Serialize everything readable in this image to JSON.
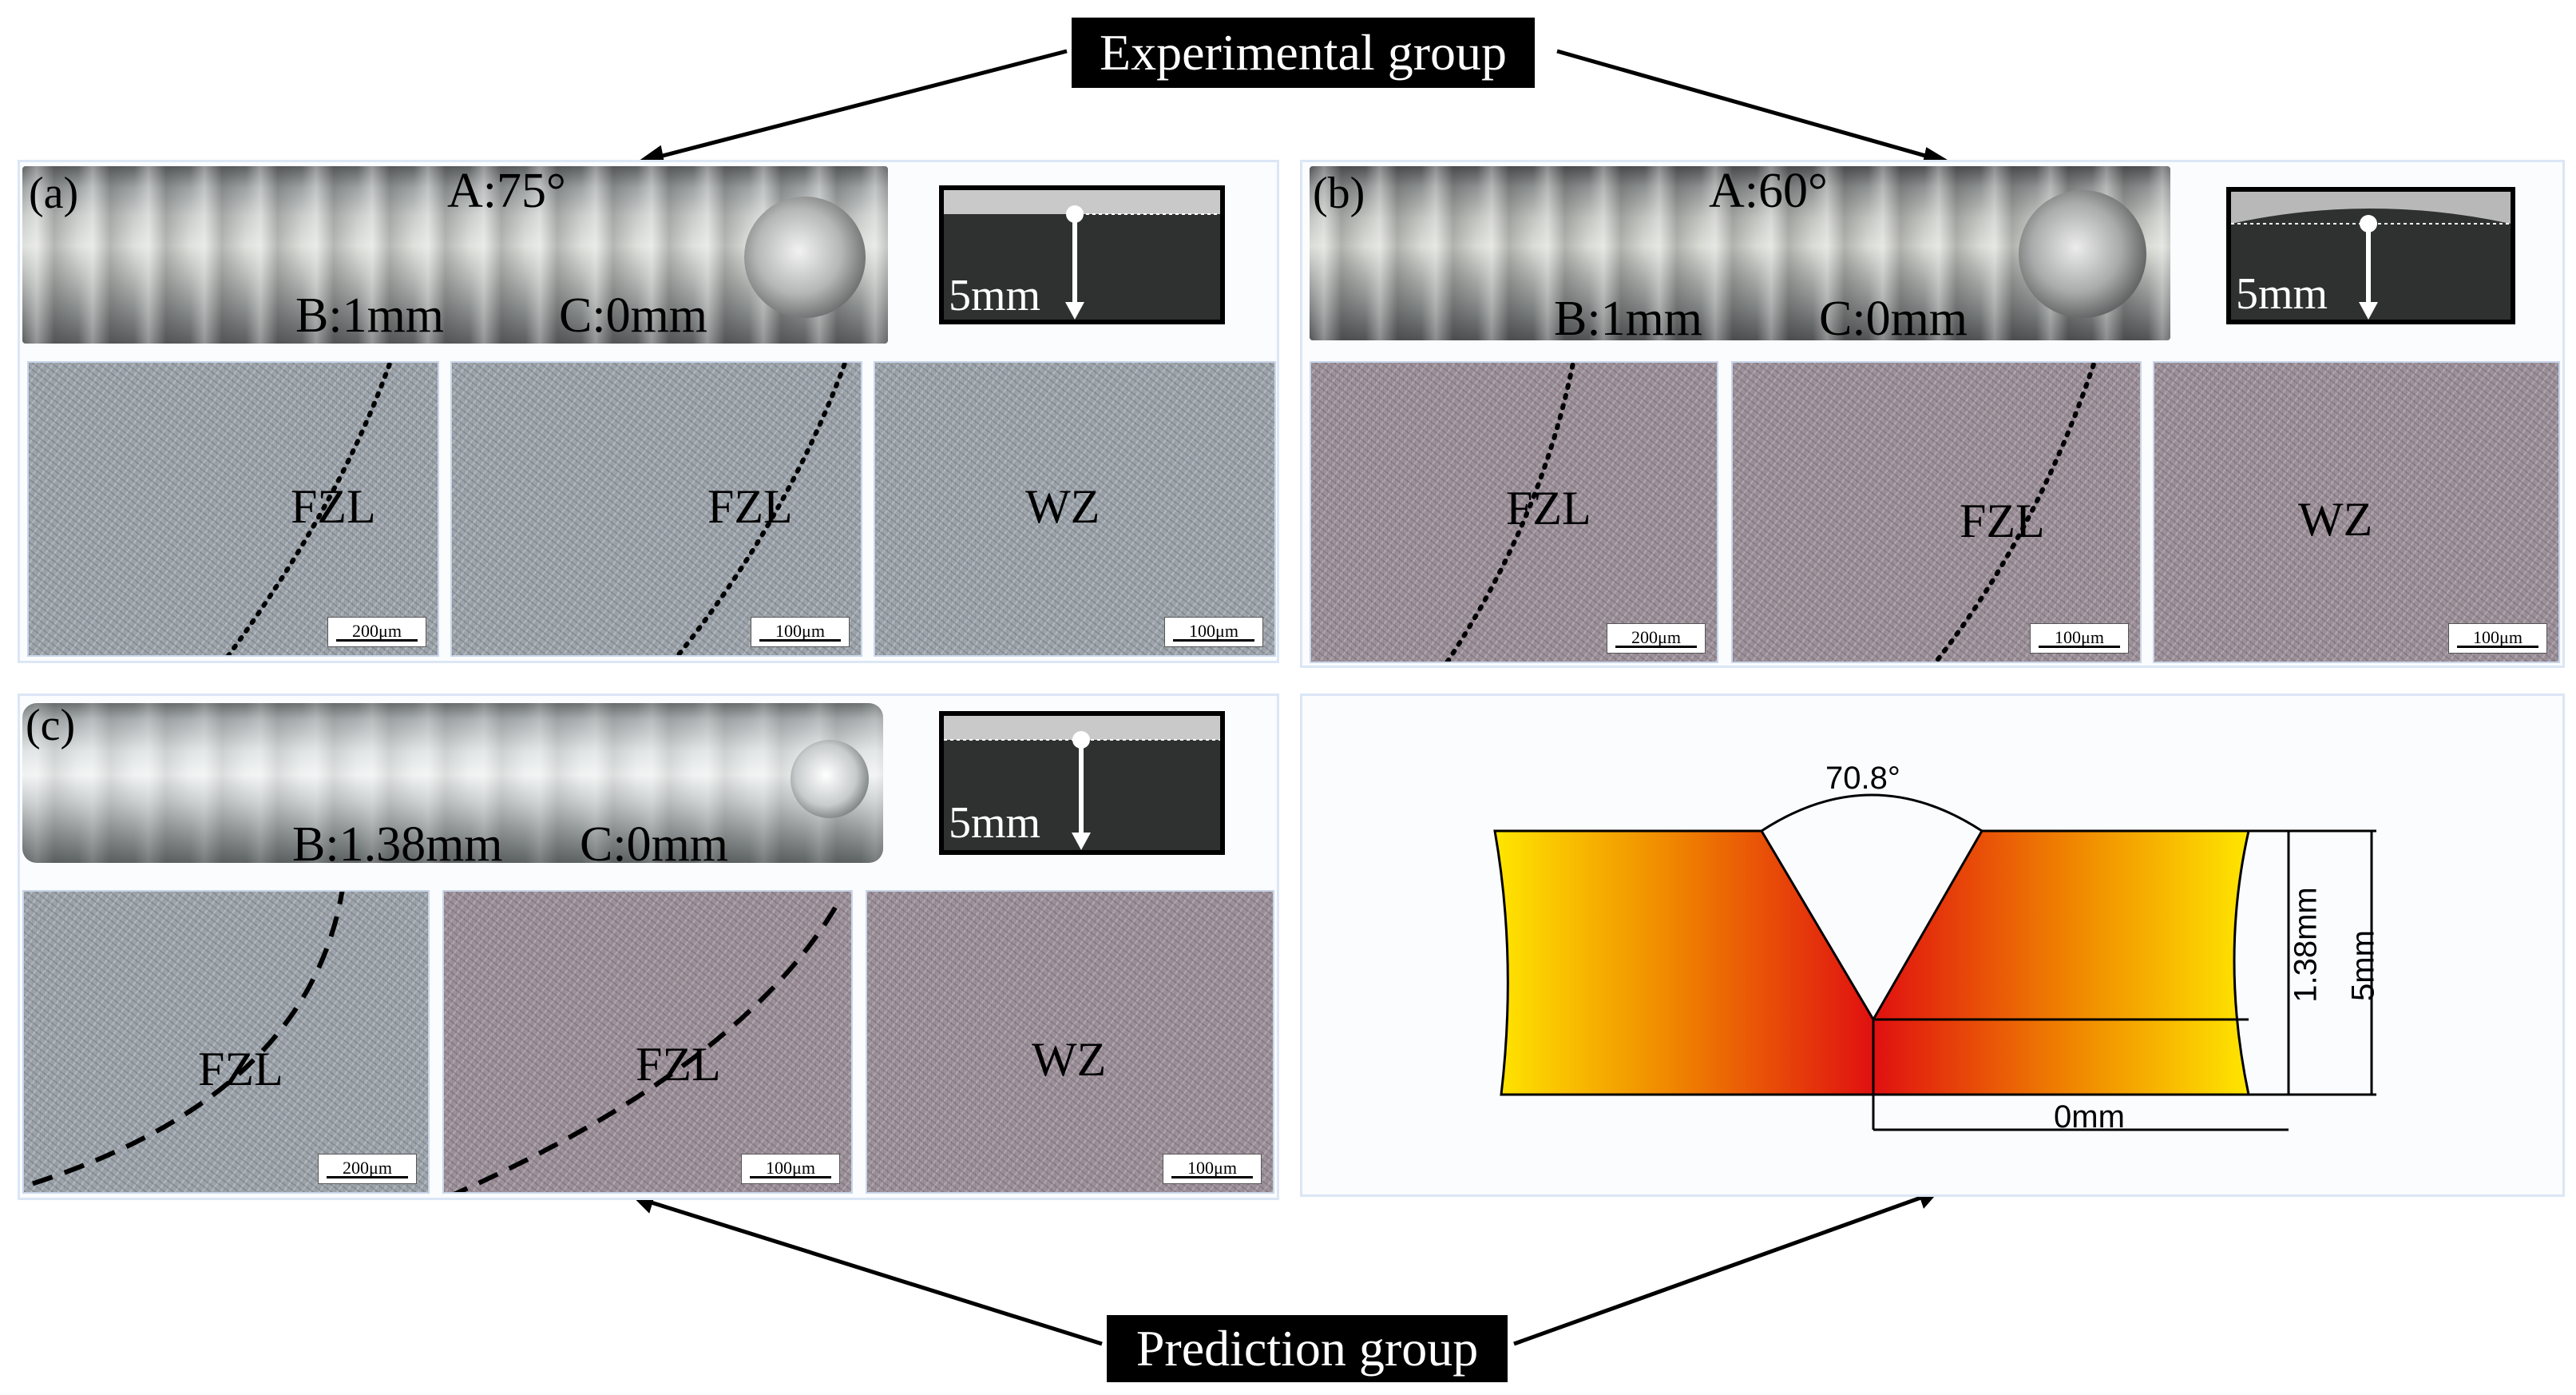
{
  "headers": {
    "experimental": "Experimental group",
    "prediction": "Prediction group"
  },
  "panels": {
    "a": {
      "label": "(a)",
      "angle": "A:75°",
      "gap_b": "B:1mm",
      "gap_c": "C:0mm",
      "inset_depth": "5mm",
      "micrographs": [
        {
          "zone": "FZL",
          "scale": "200μm"
        },
        {
          "zone": "FZL",
          "scale": "100μm"
        },
        {
          "zone": "WZ",
          "scale": "100μm"
        }
      ]
    },
    "b": {
      "label": "(b)",
      "angle": "A:60°",
      "gap_b": "B:1mm",
      "gap_c": "C:0mm",
      "inset_depth": "5mm",
      "micrographs": [
        {
          "zone": "FZL",
          "scale": "200μm"
        },
        {
          "zone": "FZL",
          "scale": "100μm"
        },
        {
          "zone": "WZ",
          "scale": "100μm"
        }
      ]
    },
    "c": {
      "label": "(c)",
      "gap_b": "B:1.38mm",
      "gap_c": "C:0mm",
      "inset_depth": "5mm",
      "micrographs": [
        {
          "zone": "FZL",
          "scale": "200μm"
        },
        {
          "zone": "FZL",
          "scale": "100μm"
        },
        {
          "zone": "WZ",
          "scale": "100μm"
        }
      ]
    }
  },
  "groove": {
    "angle": "70.8°",
    "root_gap": "1.38mm",
    "thickness": "5mm",
    "root_face": "0mm",
    "colors": {
      "hot": "#e01010",
      "warm": "#f08a00",
      "cool": "#ffe600"
    }
  }
}
